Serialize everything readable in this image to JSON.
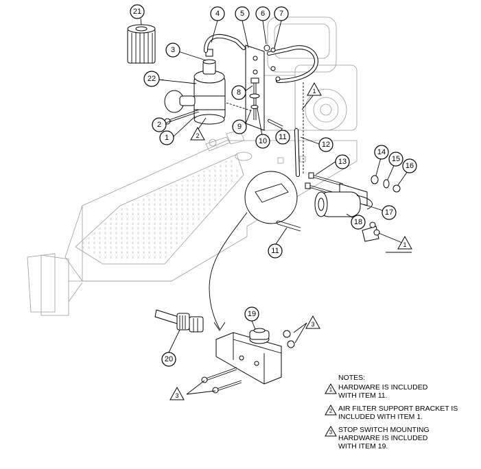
{
  "callouts": {
    "c1": "1",
    "c2": "2",
    "c3": "3",
    "c4": "4",
    "c5": "5",
    "c6": "6",
    "c7": "7",
    "c8": "8",
    "c9": "9",
    "c10": "10",
    "c11a": "11",
    "c11b": "11",
    "c12": "12",
    "c13": "13",
    "c14": "14",
    "c15": "15",
    "c16": "16",
    "c17": "17",
    "c18": "18",
    "c19": "19",
    "c20": "20",
    "c21": "21",
    "c22": "22"
  },
  "triangles": {
    "t1a": "1",
    "t1b": "1",
    "t2": "2",
    "t3a": "3",
    "t3b": "3"
  },
  "notes": {
    "title": "NOTES:",
    "items": [
      {
        "num": "1",
        "line1": "HARDWARE IS INCLUDED",
        "line2": "WITH ITEM 11."
      },
      {
        "num": "2",
        "line1": "AIR FILTER SUPPORT BRACKET IS",
        "line2": "INCLUDED WITH ITEM 1."
      },
      {
        "num": "3",
        "line1": "STOP SWITCH MOUNTING",
        "line2": "HARDWARE IS INCLUDED",
        "line3": "WITH ITEM 19."
      }
    ]
  }
}
